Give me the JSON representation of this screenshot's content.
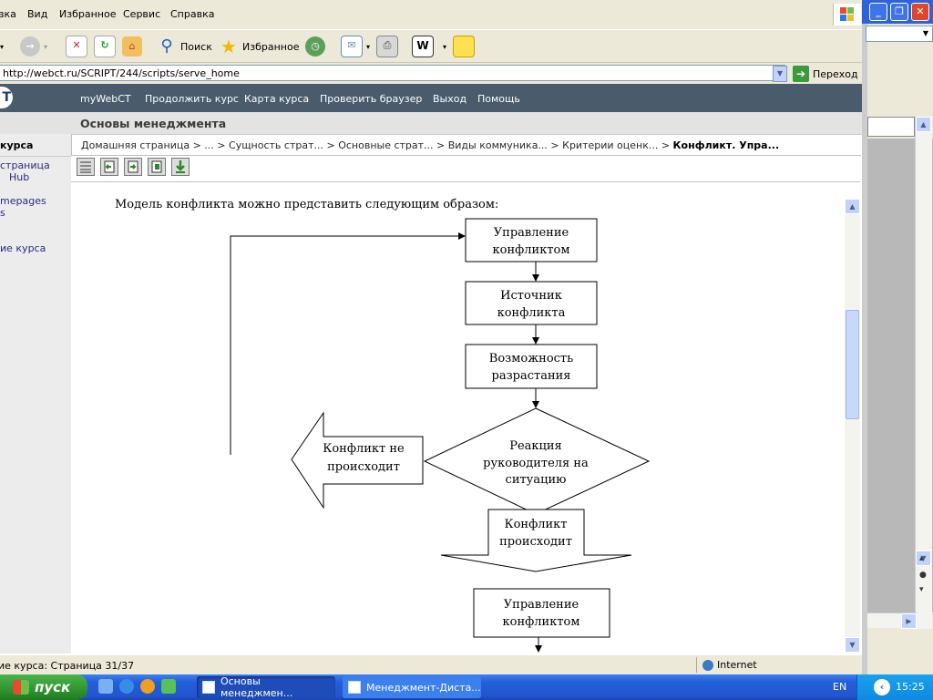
{
  "menubar": {
    "items": [
      "вка",
      "Вид",
      "Избранное",
      "Сервис",
      "Справка"
    ]
  },
  "toolbar": {
    "search_label": "Поиск",
    "favorites_label": "Избранное"
  },
  "address": {
    "url": "http://webct.ru/SCRIPT/244/scripts/serve_home",
    "go_label": "Переход"
  },
  "webct_nav": {
    "logo_letter": "T",
    "links": [
      "myWebCT",
      "Продолжить курс",
      "Карта курса",
      "Проверить браузер",
      "Выход",
      "Помощь"
    ]
  },
  "course": {
    "title": "Основы менеджмента"
  },
  "sidebar": {
    "heading": "курса",
    "items": [
      "страница",
      "Hub",
      "mepages",
      "s",
      "ие курса"
    ]
  },
  "breadcrumb": {
    "trail": "Домашняя страница  >  ...  >  Сущность страт...  >  Основные страт...  >  Виды коммуника...  >  Критерии оценк...  > ",
    "current": "Конфликт. Упра..."
  },
  "content": {
    "intro": "Модель конфликта можно представить следующим образом:",
    "diagram": {
      "box1": [
        "Управление",
        "конфликтом"
      ],
      "box2": [
        "Источник",
        "конфликта"
      ],
      "box3": [
        "Возможность",
        "разрастания"
      ],
      "decision": [
        "Реакция",
        "руководителя на",
        "ситуацию"
      ],
      "left_arrow": [
        "Конфликт не",
        "происходит"
      ],
      "down_arrow": [
        "Конфликт",
        "происходит"
      ],
      "box4": [
        "Управление",
        "конфликтом"
      ]
    }
  },
  "status": {
    "text": "ие курса: Страница 31/37",
    "zone": "Internet"
  },
  "taskbar": {
    "start": "пуск",
    "tasks": [
      "Основы менеджмен...",
      "Менеджмент-Диста..."
    ],
    "lang": "EN",
    "clock": "15:25"
  }
}
